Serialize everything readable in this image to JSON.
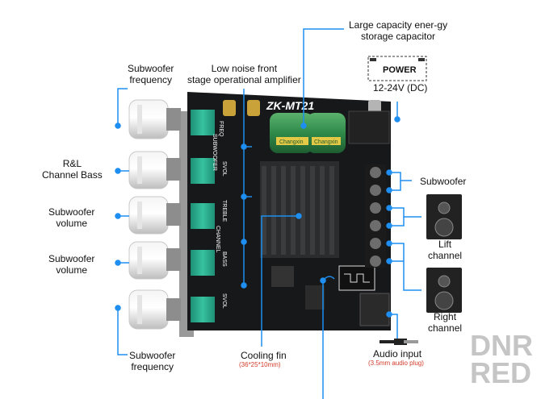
{
  "board": {
    "model": "ZK-MT21",
    "capacitor_brand": "Changxin"
  },
  "labels": {
    "subwoofer_freq_top": [
      "Subwoofer",
      "frequency"
    ],
    "rl_channel_bass": [
      "R&L",
      "Channel Bass"
    ],
    "subwoofer_volume_1": [
      "Subwoofer",
      "volume"
    ],
    "subwoofer_volume_2": [
      "Subwoofer",
      "volume"
    ],
    "subwoofer_freq_bottom": [
      "Subwoofer",
      "frequency"
    ],
    "low_noise": [
      "Low noise front",
      "stage operational amplifier"
    ],
    "capacitor": [
      "Large capacity ener-gy",
      "storage capacitor"
    ],
    "power": "POWER",
    "voltage": "12-24V (DC)",
    "subwoofer_out": "Subwoofer",
    "left_channel": [
      "Lift",
      "channel"
    ],
    "right_channel": [
      "Right",
      "channel"
    ],
    "cooling_fin": "Cooling fin",
    "cooling_fin_size": "(36*25*10mm)",
    "audio_input": "Audio input",
    "audio_input_note": "(3.5mm audio plug)"
  },
  "silkscreen": [
    "FREQ",
    "SUBWOOFER",
    "SVOL",
    "TREBLE",
    "CHANNEL",
    "BASS",
    "SVOL"
  ],
  "watermark": [
    "DNR",
    "RED"
  ],
  "colors": {
    "accent": "#1e8ff0",
    "pcb": "#16181a",
    "cap": "#2f8a4a",
    "pot": "#27a88b"
  }
}
